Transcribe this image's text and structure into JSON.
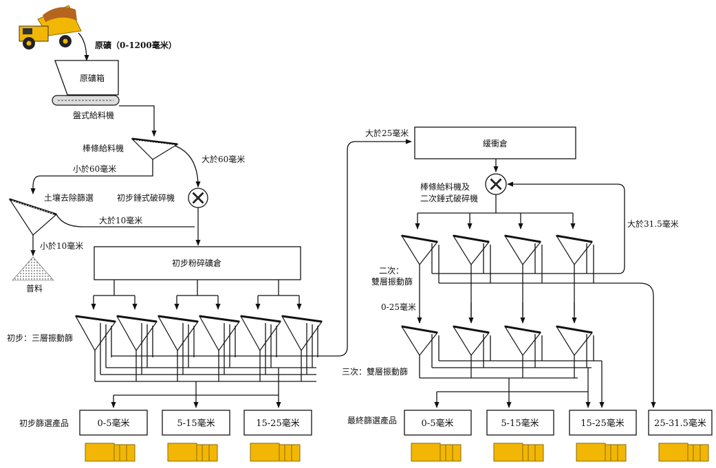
{
  "labels": {
    "raw_ore": "原礦（0-1200毫米）",
    "raw_ore_bin": "原礦箱",
    "apron_feeder": "盤式給料機",
    "grizzly_feeder": "棒條給料機",
    "over_60": "大於60毫米",
    "under_60": "小於60毫米",
    "soil_removal_screen": "土壤去除篩選",
    "primary_hammer_crusher": "初步錘式破碎機",
    "over_10": "大於10毫米",
    "under_10": "小於10毫米",
    "general_material": "普料",
    "primary_crushed_bin": "初步粉碎礦倉",
    "primary_screen": "初步：三層振動篩",
    "primary_products": "初步篩選產品",
    "over_25": "大於25毫米",
    "surge_bin": "緩衝倉",
    "grizzly_secondary_crusher_1": "棒條給料機及",
    "grizzly_secondary_crusher_2": "二次錘式破碎機",
    "over_31_5": "大於31.5毫米",
    "secondary_screen_1": "二次：",
    "secondary_screen_2": "雙層振動篩",
    "size_0_25": "0-25毫米",
    "tertiary_screen": "三次：雙層振動篩",
    "final_products": "最終篩選產品"
  },
  "primary_product_sizes": [
    "0-5毫米",
    "5-15毫米",
    "15-25毫米"
  ],
  "final_product_sizes": [
    "0-5毫米",
    "5-15毫米",
    "15-25毫米",
    "25-31.5毫米"
  ],
  "colors": {
    "truck": "#f2b705",
    "stockpile": "#7a7a7a",
    "line": "#111111"
  }
}
